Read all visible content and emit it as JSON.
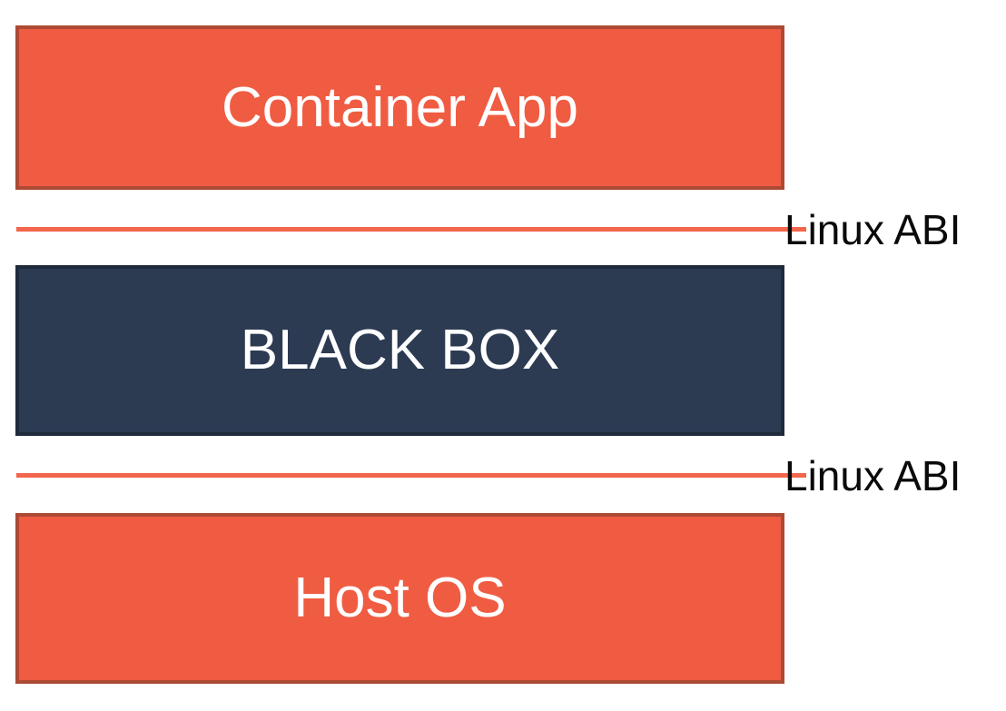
{
  "canvas": {
    "background_color": "#ffffff"
  },
  "diagram": {
    "type": "layered-architecture",
    "layers": [
      {
        "id": "container-app",
        "label": "Container App",
        "fill_color": "#F05C42",
        "border_color": "#AC4A34",
        "text_color": "#ffffff"
      },
      {
        "id": "black-box",
        "label": "BLACK BOX",
        "fill_color": "#2C3B52",
        "border_color": "#1F2B3C",
        "text_color": "#ffffff"
      },
      {
        "id": "host-os",
        "label": "Host OS",
        "fill_color": "#F05C42",
        "border_color": "#AC4A34",
        "text_color": "#ffffff"
      }
    ],
    "interfaces": [
      {
        "id": "linux-abi-top",
        "label": "Linux ABI",
        "line_color": "#F2664C",
        "text_color": "#0a0a0a"
      },
      {
        "id": "linux-abi-bottom",
        "label": "Linux ABI",
        "line_color": "#F2664C",
        "text_color": "#0a0a0a"
      }
    ]
  }
}
